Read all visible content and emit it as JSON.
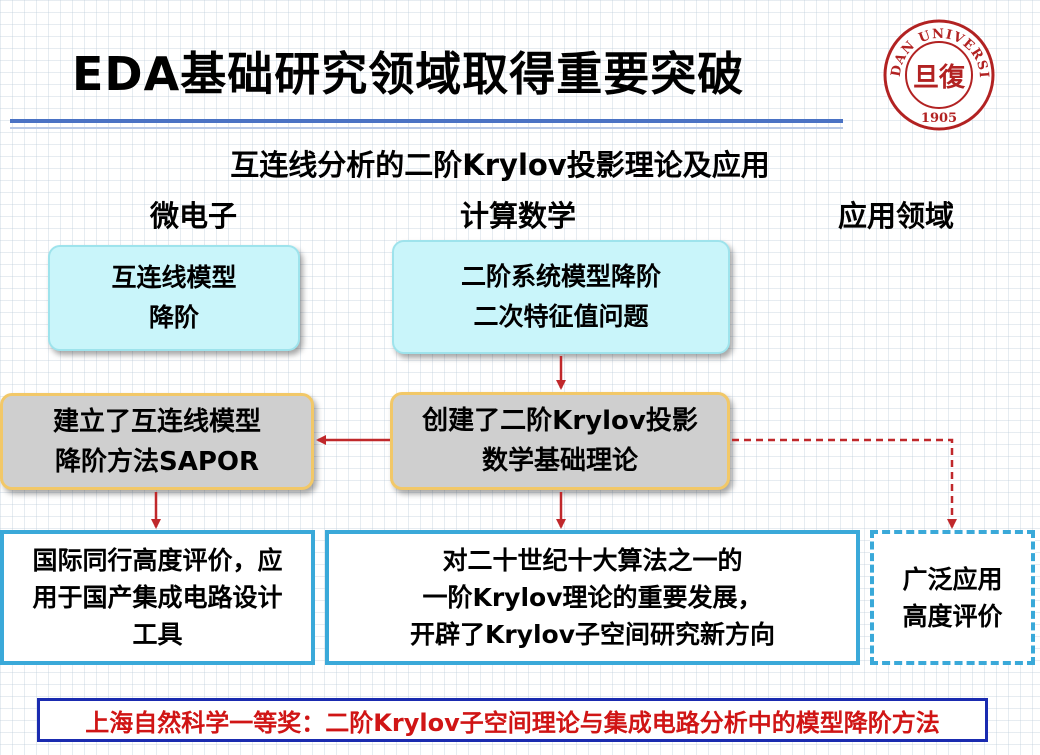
{
  "title": "EDA基础研究领域取得重要突破",
  "logo": {
    "icon": "fudan-university-seal-icon",
    "text": "FUDAN UNIVERSITY",
    "year": "1905",
    "glyph": "旦復"
  },
  "subtitle": "互连线分析的二阶Krylov投影理论及应用",
  "columns": {
    "left": "微电子",
    "middle": "计算数学",
    "right": "应用领域"
  },
  "boxes": {
    "interconnect_model": [
      "互连线模型",
      "降阶"
    ],
    "second_order_system": [
      "二阶系统模型降阶",
      "二次特征值问题"
    ],
    "sapor": [
      "建立了互连线模型",
      "降阶方法SAPOR"
    ],
    "krylov_theory": [
      "创建了二阶Krylov投影",
      "数学基础理论"
    ],
    "peer_review": [
      "国际同行高度评价，应",
      "用于国产集成电路设计",
      "工具"
    ],
    "development": [
      "对二十世纪十大算法之一的",
      "一阶Krylov理论的重要发展，",
      "开辟了Krylov子空间研究新方向"
    ],
    "wide_application": [
      "广泛应用",
      "高度评价"
    ]
  },
  "award": "上海自然科学一等奖：二阶Krylov子空间理论与集成电路分析中的模型降阶方法",
  "colors": {
    "arrow": "#c0282b",
    "rule": "#4a72c4",
    "cyan_box": "#c9f5fa",
    "gray_box": "#cfcfcf",
    "outline": "#3aa9d9",
    "award_text": "#d01515",
    "award_border": "#1a2bb0"
  }
}
